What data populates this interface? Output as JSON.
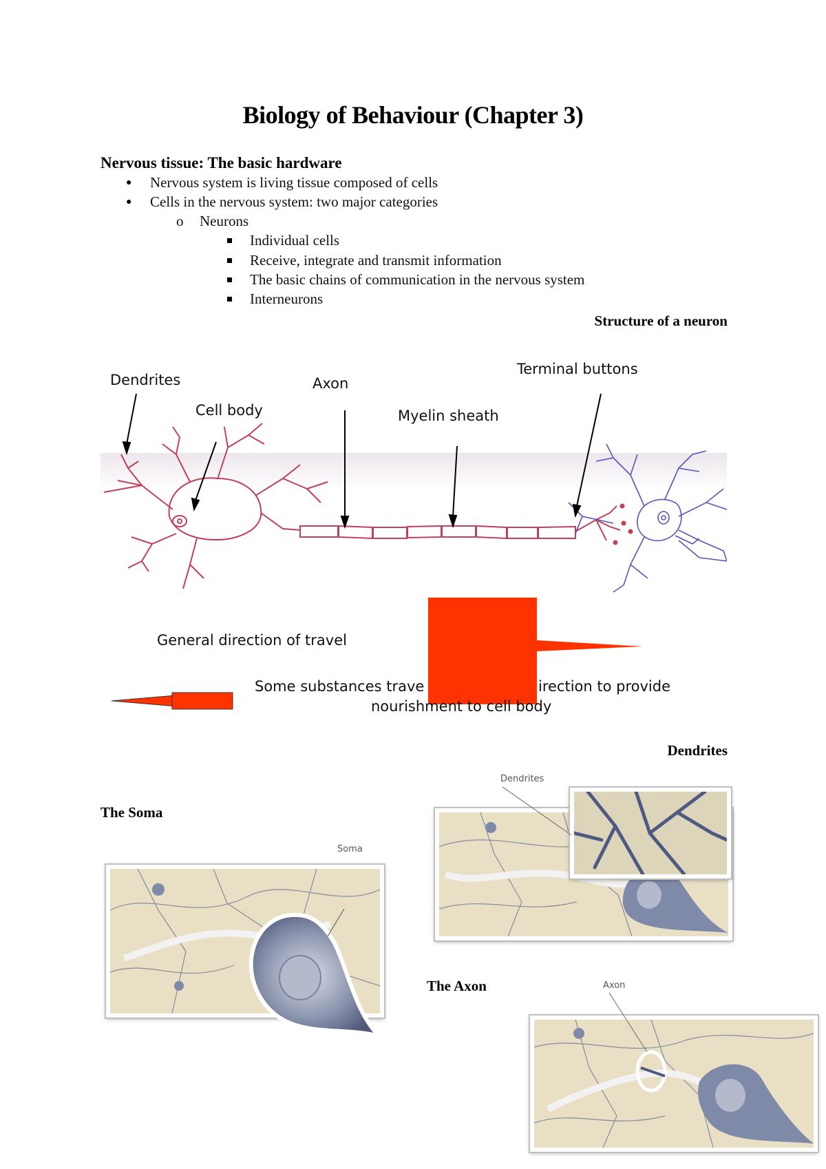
{
  "title": "Biology of Behaviour (Chapter 3)",
  "section": {
    "heading": "Nervous tissue:  The basic hardware",
    "bullets": [
      "Nervous system is living tissue composed of cells",
      "Cells in the nervous system: two major categories"
    ],
    "sub_bullet": "Neurons",
    "sub_sub_bullets": [
      "Individual cells",
      "Receive, integrate and transmit information",
      "The basic chains of communication in the nervous system",
      "Interneurons"
    ],
    "bullet_markers": {
      "level1": "●",
      "level2": "o"
    }
  },
  "neuron_diagram": {
    "caption": "Structure of a neuron",
    "labels": {
      "dendrites": "Dendrites",
      "cell_body": "Cell body",
      "axon": "Axon",
      "myelin": "Myelin sheath",
      "terminal": "Terminal buttons"
    },
    "direction_text": "General direction of travel",
    "reverse_text_line1": "Some substances trave",
    "reverse_text_line1b": "irection to provide",
    "reverse_text_line2": "nourishment to cell body",
    "colors": {
      "neuron1": "#c0405a",
      "neuron2": "#5a52b8",
      "arrow": "#ff3300"
    }
  },
  "soma": {
    "caption": "The Soma",
    "label": "Soma"
  },
  "dendrites_fig": {
    "caption": "Dendrites",
    "label": "Dendrites"
  },
  "axon_fig": {
    "caption": "The Axon",
    "label": "Axon"
  }
}
